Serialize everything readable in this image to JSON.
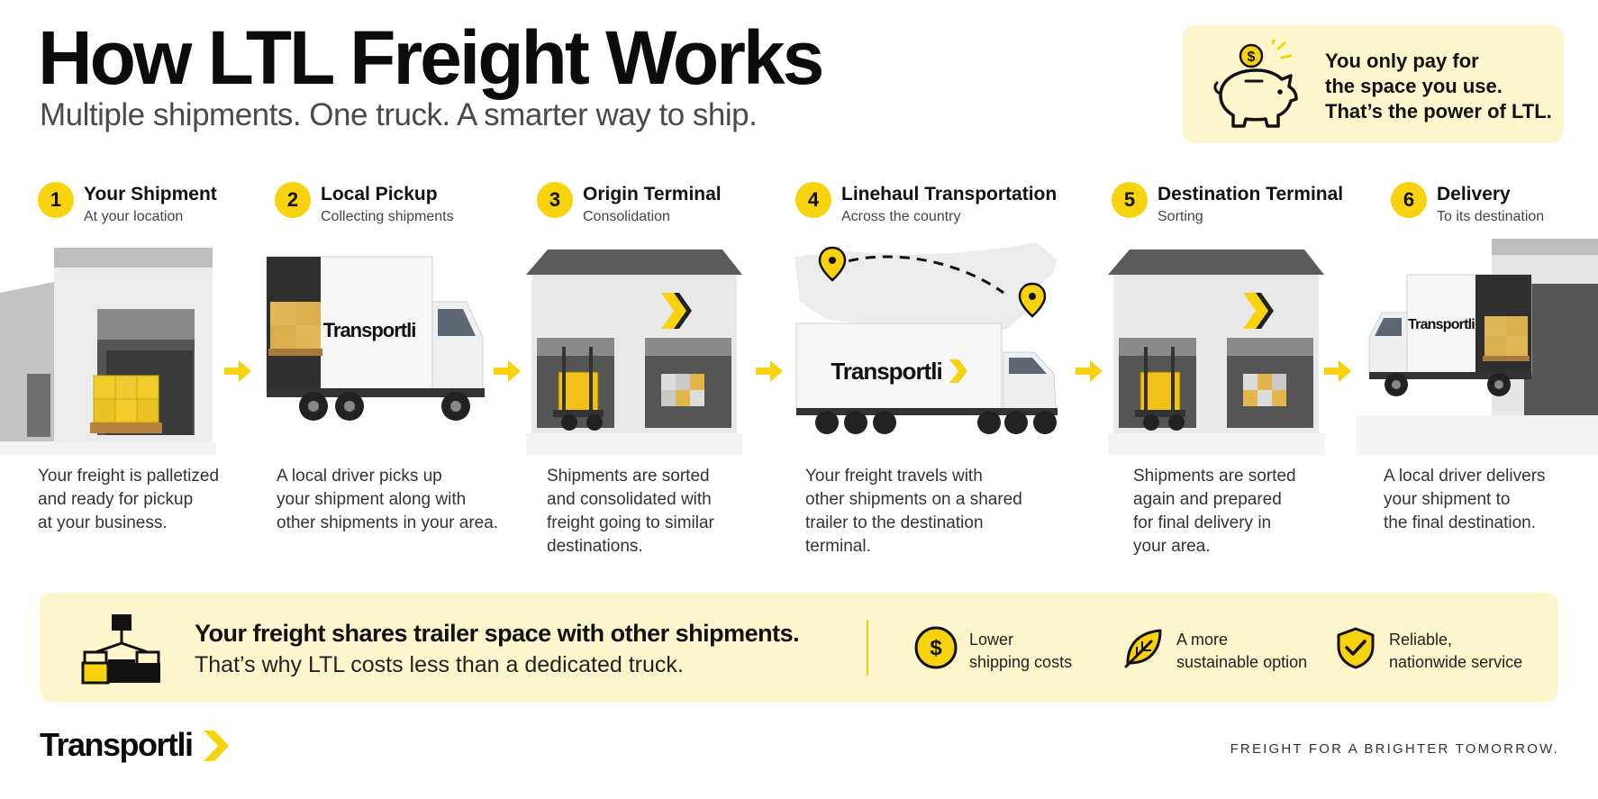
{
  "header": {
    "title": "How LTL Freight Works",
    "subtitle": "Multiple shipments. One truck. A smarter way to ship."
  },
  "callout": {
    "lines": [
      "You only pay for",
      "the space you use.",
      "That’s the power of LTL."
    ],
    "icon": "piggy-bank-icon"
  },
  "steps": [
    {
      "number": "1",
      "title": "Your Shipment",
      "subtitle": "At your location",
      "description": [
        "Your freight is palletized",
        "and ready for pickup",
        "at your business."
      ]
    },
    {
      "number": "2",
      "title": "Local Pickup",
      "subtitle": "Collecting shipments",
      "description": [
        "A local driver picks up",
        "your shipment along with",
        "other shipments in your area."
      ]
    },
    {
      "number": "3",
      "title": "Origin Terminal",
      "subtitle": "Consolidation",
      "description": [
        "Shipments are sorted",
        "and consolidated with",
        "freight going to similar",
        "destinations."
      ]
    },
    {
      "number": "4",
      "title": "Linehaul Transportation",
      "subtitle": "Across the country",
      "description": [
        "Your freight travels with",
        "other shipments on a shared",
        "trailer to the destination",
        "terminal."
      ]
    },
    {
      "number": "5",
      "title": "Destination Terminal",
      "subtitle": "Sorting",
      "description": [
        "Shipments are sorted",
        "again and prepared",
        "for final delivery in",
        "your area."
      ]
    },
    {
      "number": "6",
      "title": "Delivery",
      "subtitle": "To its destination",
      "description": [
        "A local driver delivers",
        "your shipment to",
        "the final destination."
      ]
    }
  ],
  "truck_brand": "Transportli",
  "banner": {
    "title": "Your freight shares trailer space with other shipments.",
    "subtitle": "That’s why LTL costs less than a dedicated truck.",
    "benefits": [
      {
        "icon": "dollar-coin-icon",
        "lines": [
          "Lower",
          "shipping costs"
        ]
      },
      {
        "icon": "leaf-icon",
        "lines": [
          "A more",
          "sustainable option"
        ]
      },
      {
        "icon": "shield-check-icon",
        "lines": [
          "Reliable,",
          "nationwide service"
        ]
      }
    ]
  },
  "footer": {
    "logo": "Transportli",
    "tagline": "FREIGHT FOR A BRIGHTER TOMORROW."
  },
  "colors": {
    "accent": "#f8d20c",
    "cream": "#fdf6cc",
    "dark": "#111111"
  }
}
